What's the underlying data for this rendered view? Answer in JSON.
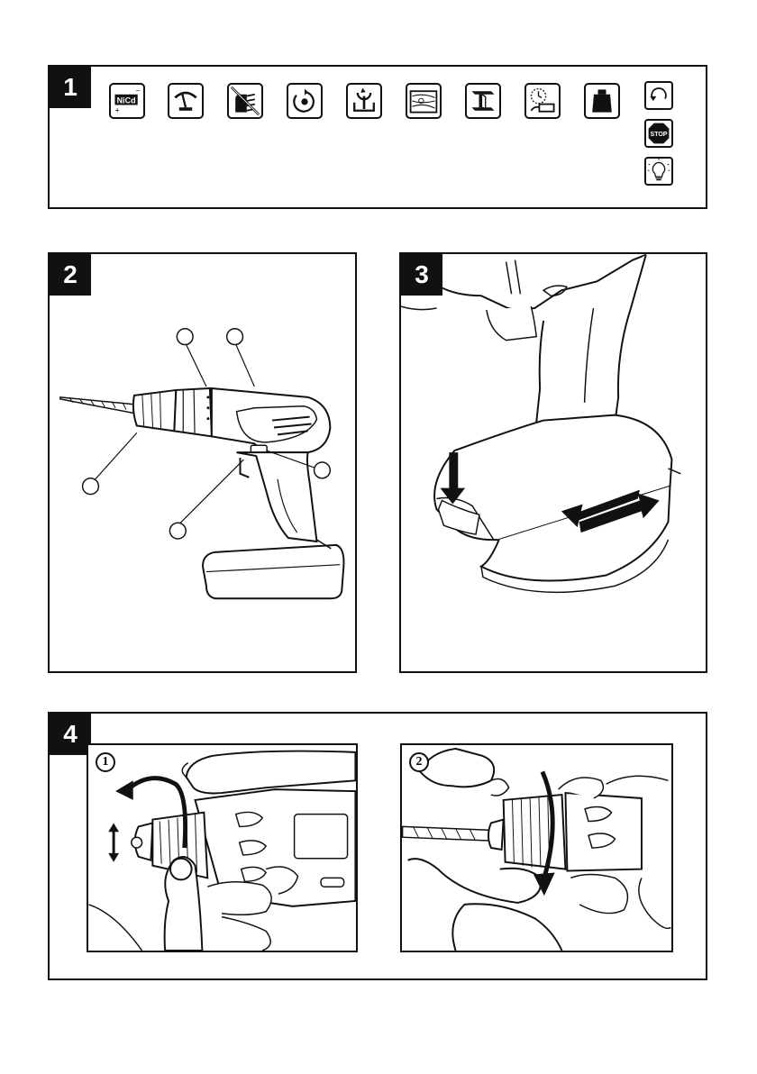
{
  "panels": [
    {
      "number": "1"
    },
    {
      "number": "2"
    },
    {
      "number": "3"
    },
    {
      "number": "4"
    }
  ],
  "icons": {
    "nicd_text": "NiCd",
    "minus": "–",
    "plus": "+",
    "stop_text": "STOP"
  },
  "panel4": {
    "steps": [
      "1",
      "2"
    ]
  }
}
